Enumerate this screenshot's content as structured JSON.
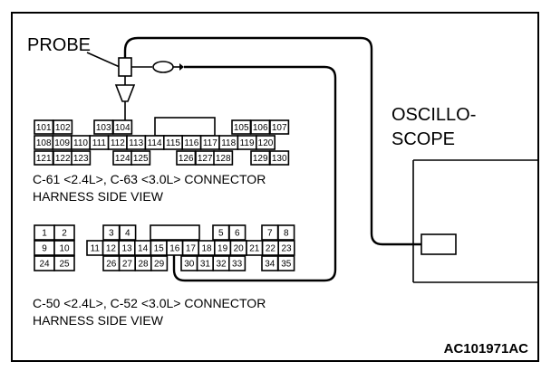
{
  "probe_label": "PROBE",
  "oscilloscope_label_line1": "OSCILLO-",
  "oscilloscope_label_line2": "SCOPE",
  "figure_code": "AC101971AC",
  "connector_top": {
    "caption_line1": "C-61 <2.4L>, C-63 <3.0L> CONNECTOR",
    "caption_line2": "HARNESS SIDE VIEW",
    "pins_row1": [
      "101",
      "102",
      "103",
      "104",
      "105",
      "106",
      "107"
    ],
    "pins_row2": [
      "108",
      "109",
      "110",
      "111",
      "112",
      "113",
      "114",
      "115",
      "116",
      "117",
      "118",
      "119",
      "120"
    ],
    "pins_row3": [
      "121",
      "122",
      "123",
      "124",
      "125",
      "126",
      "127",
      "128",
      "129",
      "130"
    ]
  },
  "connector_bottom": {
    "caption_line1": "C-50 <2.4L>, C-52 <3.0L> CONNECTOR",
    "caption_line2": "HARNESS SIDE VIEW",
    "pins_row1": [
      "1",
      "2",
      "3",
      "4",
      "5",
      "6",
      "7",
      "8"
    ],
    "pins_row2": [
      "9",
      "10",
      "11",
      "12",
      "13",
      "14",
      "15",
      "16",
      "17",
      "18",
      "19",
      "20",
      "21",
      "22",
      "23"
    ],
    "pins_row3": [
      "24",
      "25",
      "26",
      "27",
      "28",
      "29",
      "30",
      "31",
      "32",
      "33",
      "34",
      "35"
    ]
  }
}
